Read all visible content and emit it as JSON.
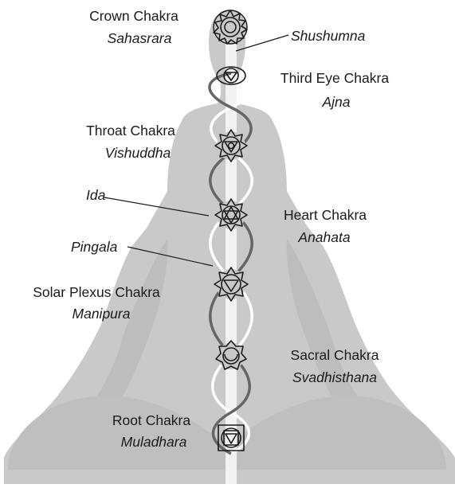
{
  "chakras": [
    {
      "id": "crown",
      "name": "Crown Chakra",
      "sanskrit": "Sahasrara"
    },
    {
      "id": "third-eye",
      "name": "Third Eye Chakra",
      "sanskrit": "Ajna"
    },
    {
      "id": "throat",
      "name": "Throat Chakra",
      "sanskrit": "Vishuddha"
    },
    {
      "id": "heart",
      "name": "Heart Chakra",
      "sanskrit": "Anahata"
    },
    {
      "id": "solar-plexus",
      "name": "Solar Plexus Chakra",
      "sanskrit": "Manipura"
    },
    {
      "id": "sacral",
      "name": "Sacral Chakra",
      "sanskrit": "Svadhisthana"
    },
    {
      "id": "root",
      "name": "Root Chakra",
      "sanskrit": "Muladhara"
    }
  ],
  "channels": {
    "central": "Shushumna",
    "left": "Ida",
    "right": "Pingala"
  },
  "colors": {
    "silhouette": "#c9c9c9",
    "spine_light": "#f2f2f2",
    "ida": "#666666",
    "pingala": "#ffffff",
    "ink": "#1a1a1a"
  }
}
